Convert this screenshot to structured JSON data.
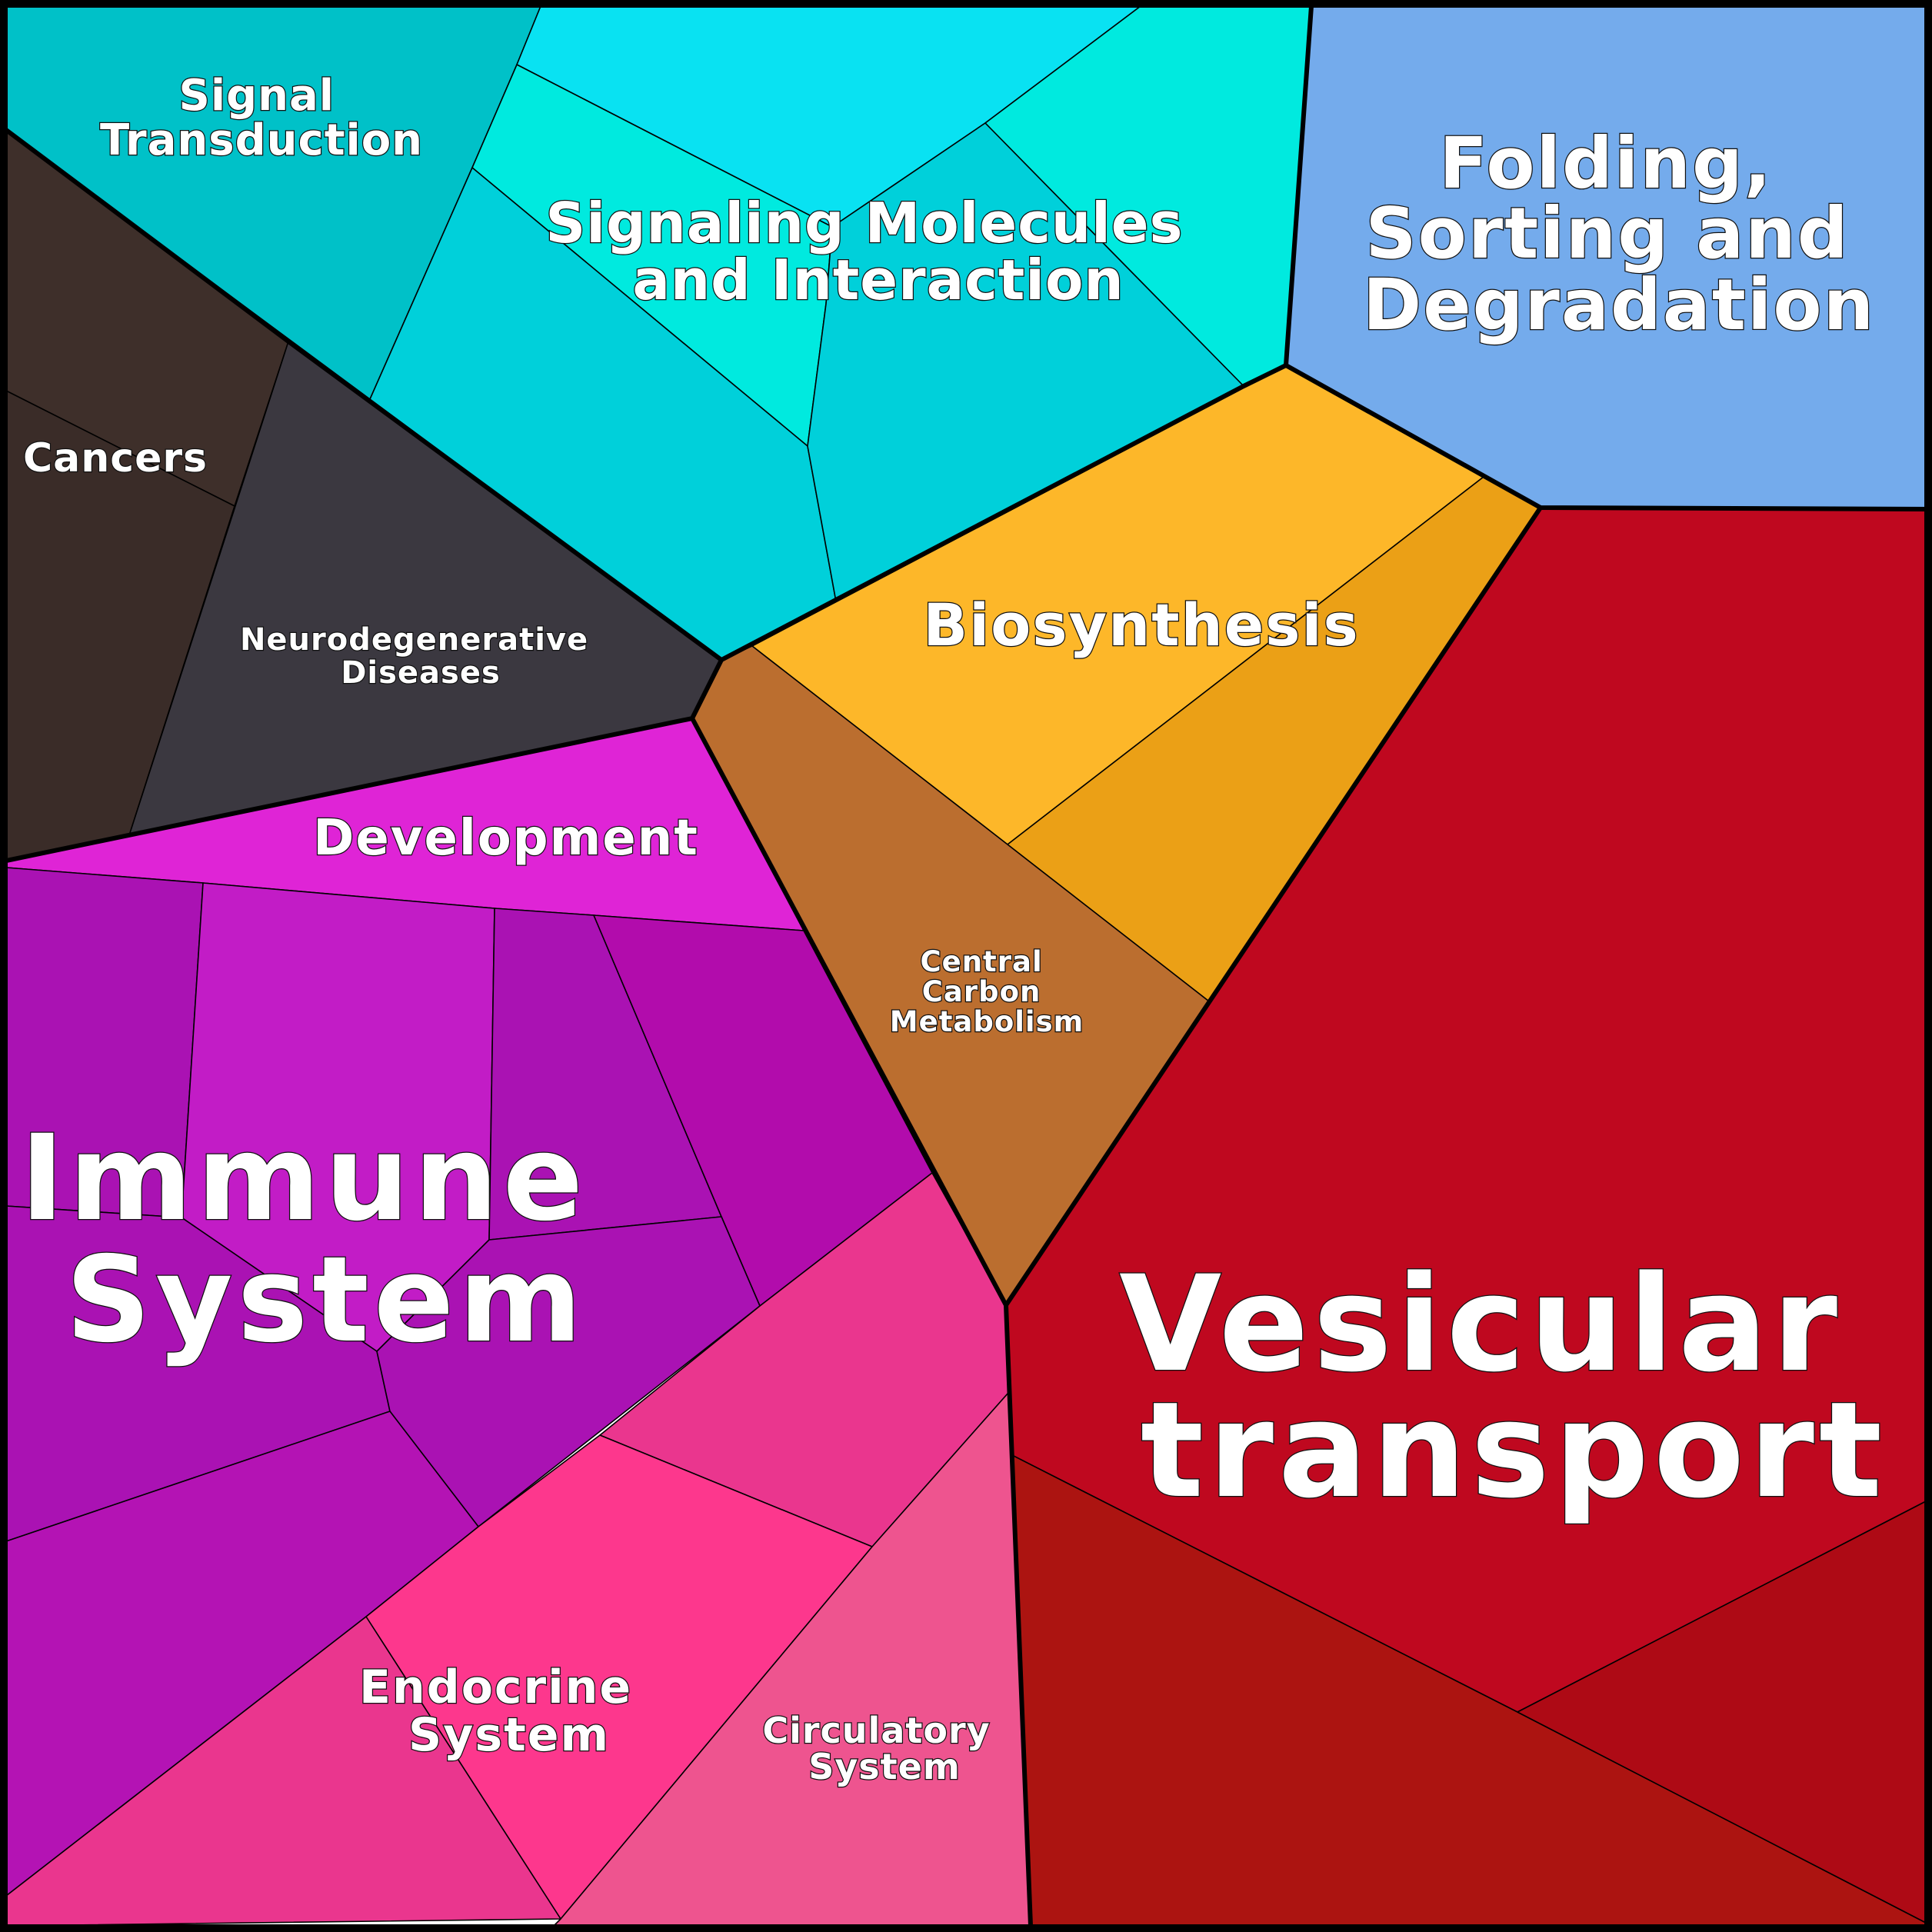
{
  "diagram": {
    "type": "voronoi-treemap",
    "categories": [
      {
        "id": "signal-transduction",
        "label": "Signal Transduction",
        "lines": [
          "Signal",
          "Transduction"
        ],
        "color": "#00C1C8"
      },
      {
        "id": "signaling-molecules",
        "label": "Signaling Molecules and Interaction",
        "lines": [
          "Signaling Molecules",
          "and Interaction"
        ],
        "colors": [
          "#09E2F2",
          "#00EADF",
          "#00D0DA",
          "#00DDD7"
        ]
      },
      {
        "id": "folding-sorting",
        "label": "Folding, Sorting and Degradation",
        "lines": [
          "Folding,",
          "Sorting and",
          "Degradation"
        ],
        "color": "#74ABEC"
      },
      {
        "id": "cancers",
        "label": "Cancers",
        "lines": [
          "Cancers"
        ],
        "color": "#3E2F2A"
      },
      {
        "id": "neurodegenerative",
        "label": "Neurodegenerative Diseases",
        "lines": [
          "Neurodegenerative",
          "Diseases"
        ],
        "color": "#3B3840"
      },
      {
        "id": "biosynthesis",
        "label": "Biosynthesis",
        "lines": [
          "Biosynthesis"
        ],
        "colors": [
          "#FDB729",
          "#EBA016"
        ]
      },
      {
        "id": "central-carbon",
        "label": "Central Carbon Metabolism",
        "lines": [
          "Central",
          "Carbon",
          "Metabolism"
        ],
        "color": "#BB6E2F"
      },
      {
        "id": "development",
        "label": "Development",
        "lines": [
          "Development"
        ],
        "color": "#DF24D6"
      },
      {
        "id": "immune-system",
        "label": "Immune System",
        "lines": [
          "Immune",
          "System"
        ],
        "colors": [
          "#AA12B3",
          "#C21CC6",
          "#B20CAC"
        ]
      },
      {
        "id": "vesicular-transport",
        "label": "Vesicular transport",
        "lines": [
          "Vesicular",
          "transport"
        ],
        "colors": [
          "#BF081F",
          "#AC1411",
          "#AE0A15"
        ]
      },
      {
        "id": "endocrine-system",
        "label": "Endocrine System",
        "lines": [
          "Endocrine",
          "System"
        ],
        "colors": [
          "#EA368E",
          "#FD378D"
        ]
      },
      {
        "id": "circulatory-system",
        "label": "Circulatory System",
        "lines": [
          "Circulatory",
          "System"
        ],
        "color": "#EE548F"
      }
    ]
  }
}
